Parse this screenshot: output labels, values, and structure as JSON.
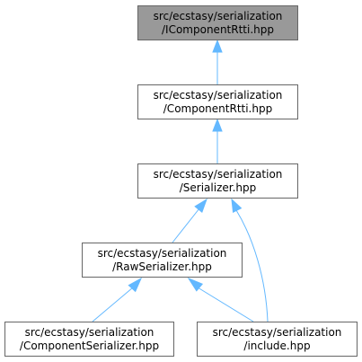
{
  "diagram": {
    "nodes": [
      {
        "id": "icomponentrtti",
        "line1": "src/ecstasy/serialization",
        "line2": "/IComponentRtti.hpp",
        "highlight": true
      },
      {
        "id": "componentrtti",
        "line1": "src/ecstasy/serialization",
        "line2": "/ComponentRtti.hpp",
        "highlight": false
      },
      {
        "id": "serializer",
        "line1": "src/ecstasy/serialization",
        "line2": "/Serializer.hpp",
        "highlight": false
      },
      {
        "id": "rawserializer",
        "line1": "src/ecstasy/serialization",
        "line2": "/RawSerializer.hpp",
        "highlight": false
      },
      {
        "id": "componentserializer",
        "line1": "src/ecstasy/serialization",
        "line2": "/ComponentSerializer.hpp",
        "highlight": false
      },
      {
        "id": "include",
        "line1": "src/ecstasy/serialization",
        "line2": "/include.hpp",
        "highlight": false
      }
    ],
    "edges": [
      {
        "from": "componentrtti",
        "to": "icomponentrtti"
      },
      {
        "from": "serializer",
        "to": "componentrtti"
      },
      {
        "from": "rawserializer",
        "to": "serializer"
      },
      {
        "from": "include",
        "to": "serializer"
      },
      {
        "from": "componentserializer",
        "to": "rawserializer"
      },
      {
        "from": "include",
        "to": "rawserializer"
      }
    ],
    "colors": {
      "edge": "#63b8ff",
      "node_border": "#666666",
      "node_fill": "#ffffff",
      "highlight_fill": "#999999"
    }
  }
}
